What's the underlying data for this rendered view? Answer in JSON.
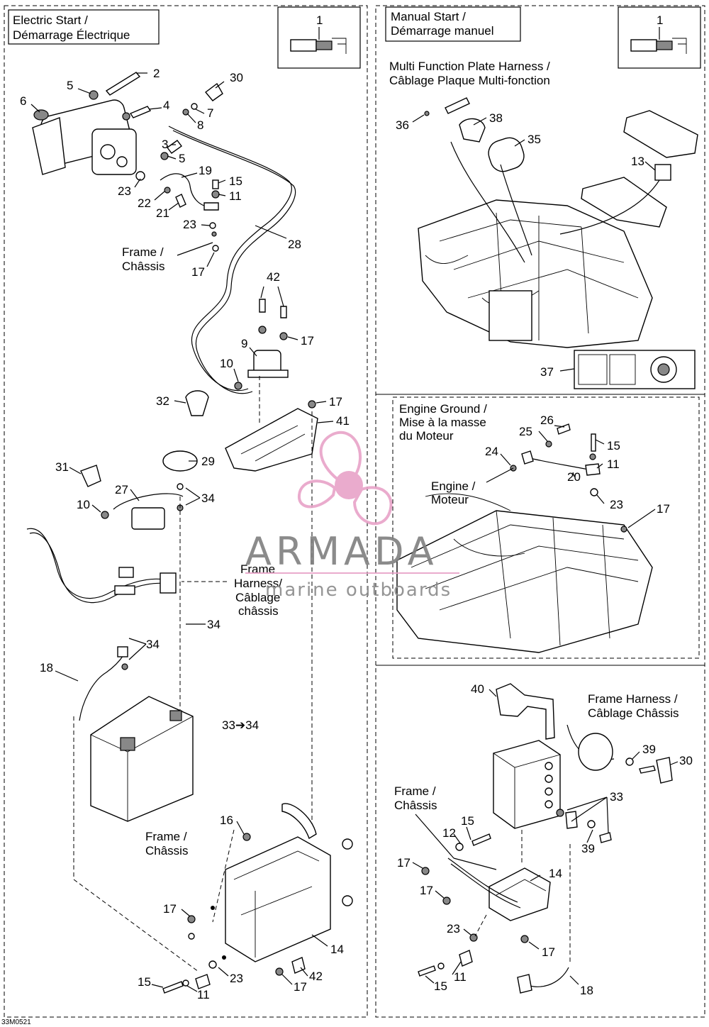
{
  "sections": {
    "electric_start": {
      "title_line1": "Electric Start /",
      "title_line2": "Démarrage Électrique"
    },
    "manual_start": {
      "title_line1": "Manual Start /",
      "title_line2": "Démarrage manuel"
    },
    "multi_function": {
      "line1": "Multi Function Plate Harness /",
      "line2": "Câblage Plaque Multi-fonction"
    },
    "engine_ground": {
      "line1": "Engine Ground /",
      "line2": "Mise à la masse",
      "line3": "du Moteur"
    }
  },
  "callouts": {
    "frame_chassis_1": {
      "line1": "Frame /",
      "line2": "Châssis"
    },
    "frame_harness_1": {
      "line1": "Frame",
      "line2": "Harness/",
      "line3": "Câblage",
      "line4": "châssis"
    },
    "frame_chassis_2": {
      "line1": "Frame /",
      "line2": "Châssis"
    },
    "engine_moteur": {
      "line1": "Engine /",
      "line2": "Moteur"
    },
    "frame_harness_2": {
      "line1": "Frame Harness /",
      "line2": "Câblage Châssis"
    },
    "frame_chassis_3": {
      "line1": "Frame /",
      "line2": "Châssis"
    },
    "supersession": "33➔34"
  },
  "inset_numbers": {
    "left": "1",
    "right": "1"
  },
  "part_numbers": {
    "p2": "2",
    "p5a": "5",
    "p30a": "30",
    "p6": "6",
    "p4": "4",
    "p7": "7",
    "p8": "8",
    "p3": "3",
    "p5b": "5",
    "p19": "19",
    "p15a": "15",
    "p11a": "11",
    "p23a": "23",
    "p22": "22",
    "p21": "21",
    "p23b": "23",
    "p17a": "17",
    "p28": "28",
    "p42a": "42",
    "p17b": "17",
    "p9": "9",
    "p10a": "10",
    "p32": "32",
    "p17c": "17",
    "p41": "41",
    "p29": "29",
    "p31": "31",
    "p27": "27",
    "p34a": "34",
    "p10b": "10",
    "p34b": "34",
    "p34c": "34",
    "p18a": "18",
    "p16": "16",
    "p17d": "17",
    "p14a": "14",
    "p23c": "23",
    "p17e": "17",
    "p42b": "42",
    "p15b": "15",
    "p11b": "11",
    "p36": "36",
    "p38": "38",
    "p35": "35",
    "p13": "13",
    "p37": "37",
    "p26": "26",
    "p25": "25",
    "p15c": "15",
    "p24": "24",
    "p11c": "11",
    "p20": "20",
    "p23d": "23",
    "p17f": "17",
    "p40": "40",
    "p39a": "39",
    "p30b": "30",
    "p33": "33",
    "p39b": "39",
    "p15d": "15",
    "p12": "12",
    "p17g": "17",
    "p14b": "14",
    "p17h": "17",
    "p23e": "23",
    "p17i": "17",
    "p15e": "15",
    "p11d": "11",
    "p18b": "18"
  },
  "figure_code": "33M0521",
  "watermark": {
    "brand": "ARMADA",
    "tagline": "marine outboards"
  },
  "colors": {
    "watermark_pink": "#e8a3c8",
    "watermark_gray": "#7f7f7f"
  }
}
